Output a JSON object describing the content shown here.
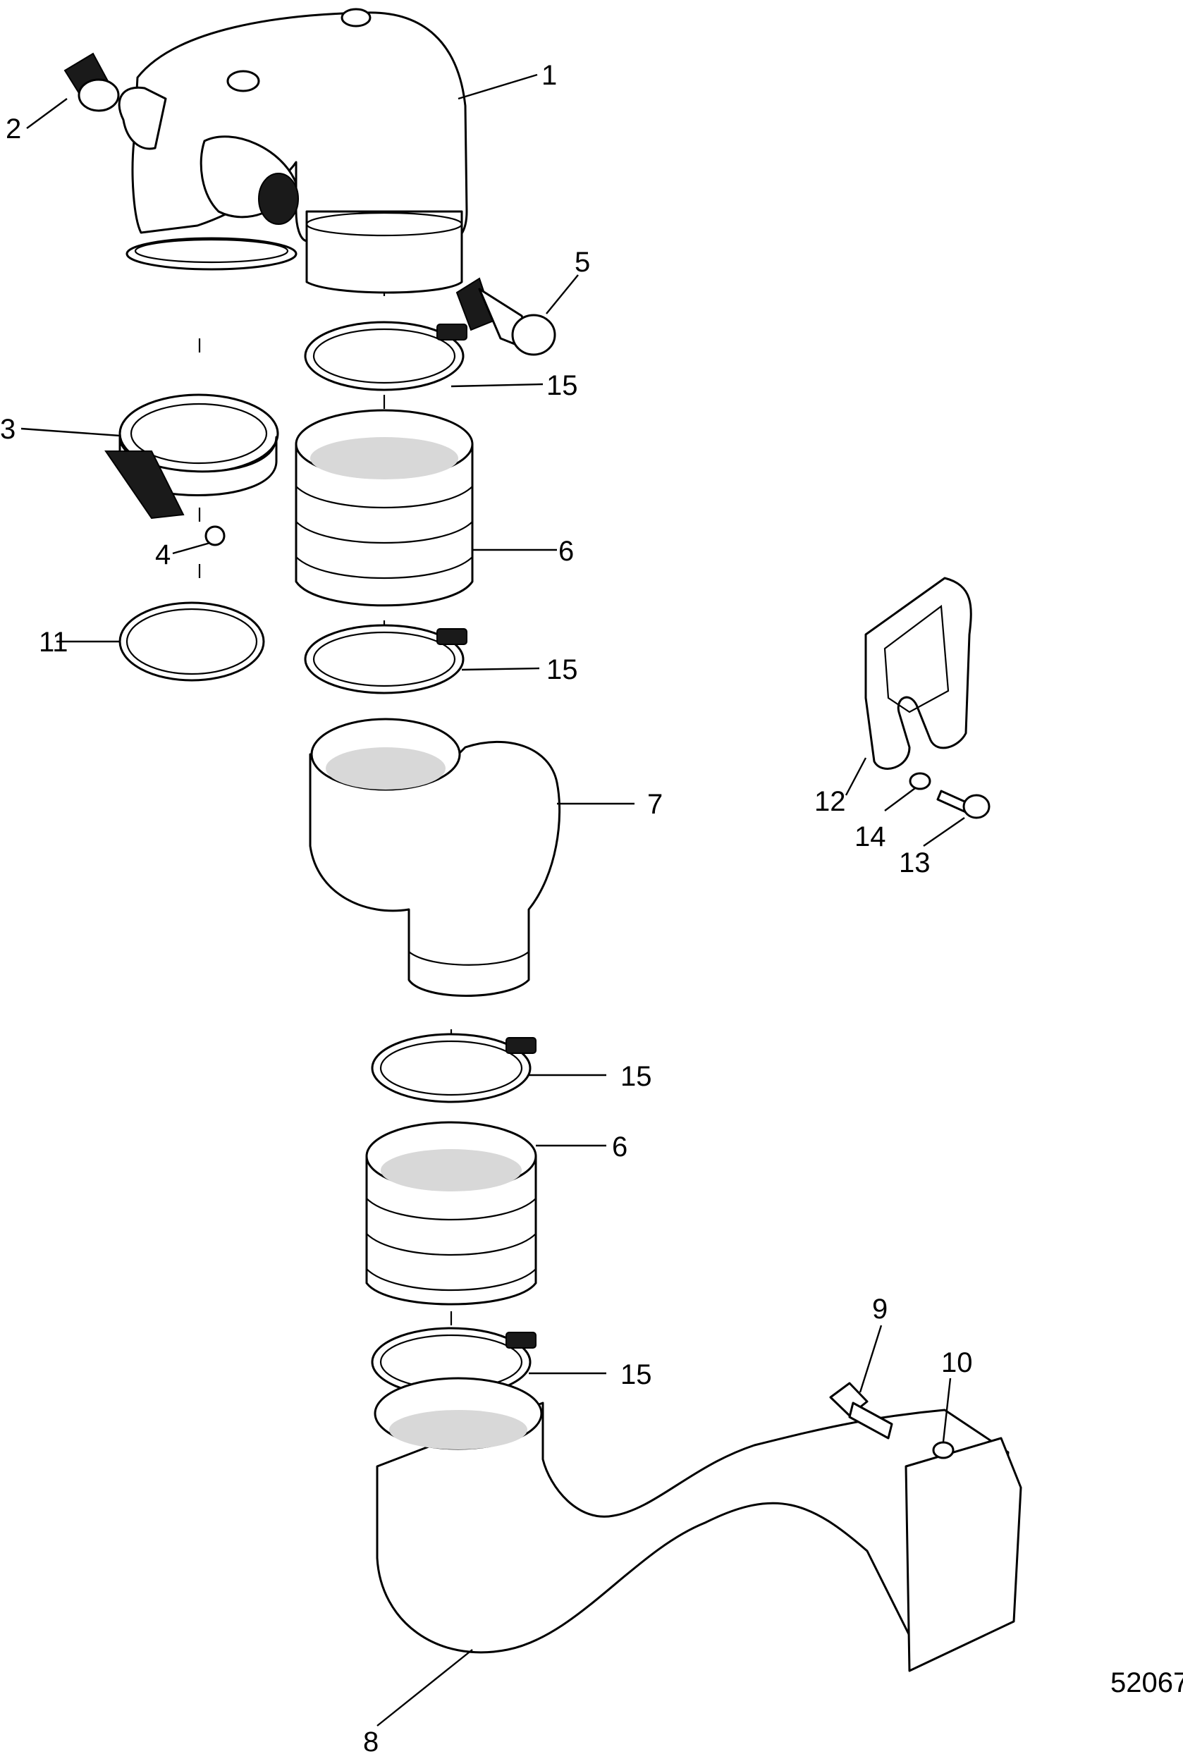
{
  "diagram": {
    "figure_id": "52067",
    "callouts": [
      {
        "id": "c1",
        "label": "1"
      },
      {
        "id": "c2",
        "label": "2"
      },
      {
        "id": "c3",
        "label": "3"
      },
      {
        "id": "c4",
        "label": "4"
      },
      {
        "id": "c5",
        "label": "5"
      },
      {
        "id": "c6a",
        "label": "6"
      },
      {
        "id": "c6b",
        "label": "6"
      },
      {
        "id": "c7",
        "label": "7"
      },
      {
        "id": "c8",
        "label": "8"
      },
      {
        "id": "c9",
        "label": "9"
      },
      {
        "id": "c10",
        "label": "10"
      },
      {
        "id": "c11",
        "label": "11"
      },
      {
        "id": "c12",
        "label": "12"
      },
      {
        "id": "c13",
        "label": "13"
      },
      {
        "id": "c14",
        "label": "14"
      },
      {
        "id": "c15a",
        "label": "15"
      },
      {
        "id": "c15b",
        "label": "15"
      },
      {
        "id": "c15c",
        "label": "15"
      },
      {
        "id": "c15d",
        "label": "15"
      }
    ]
  }
}
